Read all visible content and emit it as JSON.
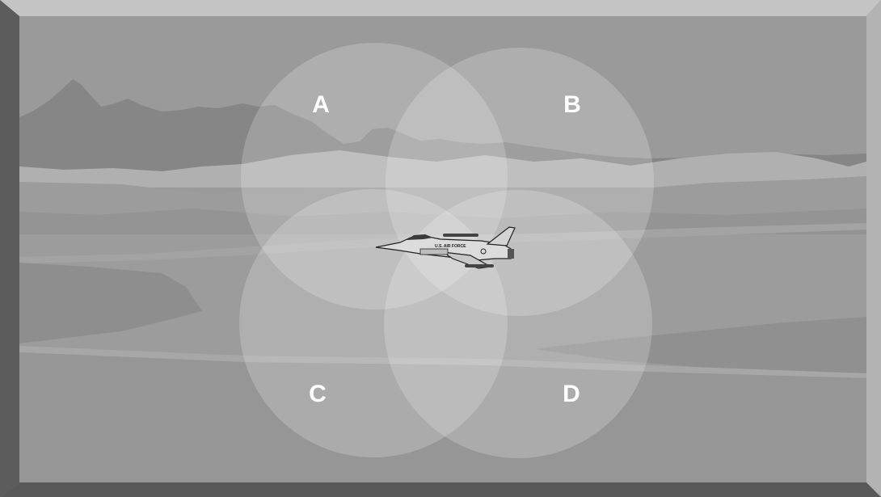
{
  "zones": [
    {
      "id": "a",
      "label": "A"
    },
    {
      "id": "b",
      "label": "B"
    },
    {
      "id": "c",
      "label": "C"
    },
    {
      "id": "d",
      "label": "D"
    }
  ],
  "aircraft": {
    "marking": "U.S. AIR FORCE",
    "icon": "fighter-jet-icon"
  },
  "colors": {
    "frame_top": "#c4c4c4",
    "frame_left": "#5c5c5c",
    "frame_bottom": "#595959",
    "frame_right": "#b3b3b3",
    "sky": "#9a9a9a",
    "mountains": "#868686",
    "land": "#8f8f8f",
    "zone_fill": "#ffffff"
  }
}
